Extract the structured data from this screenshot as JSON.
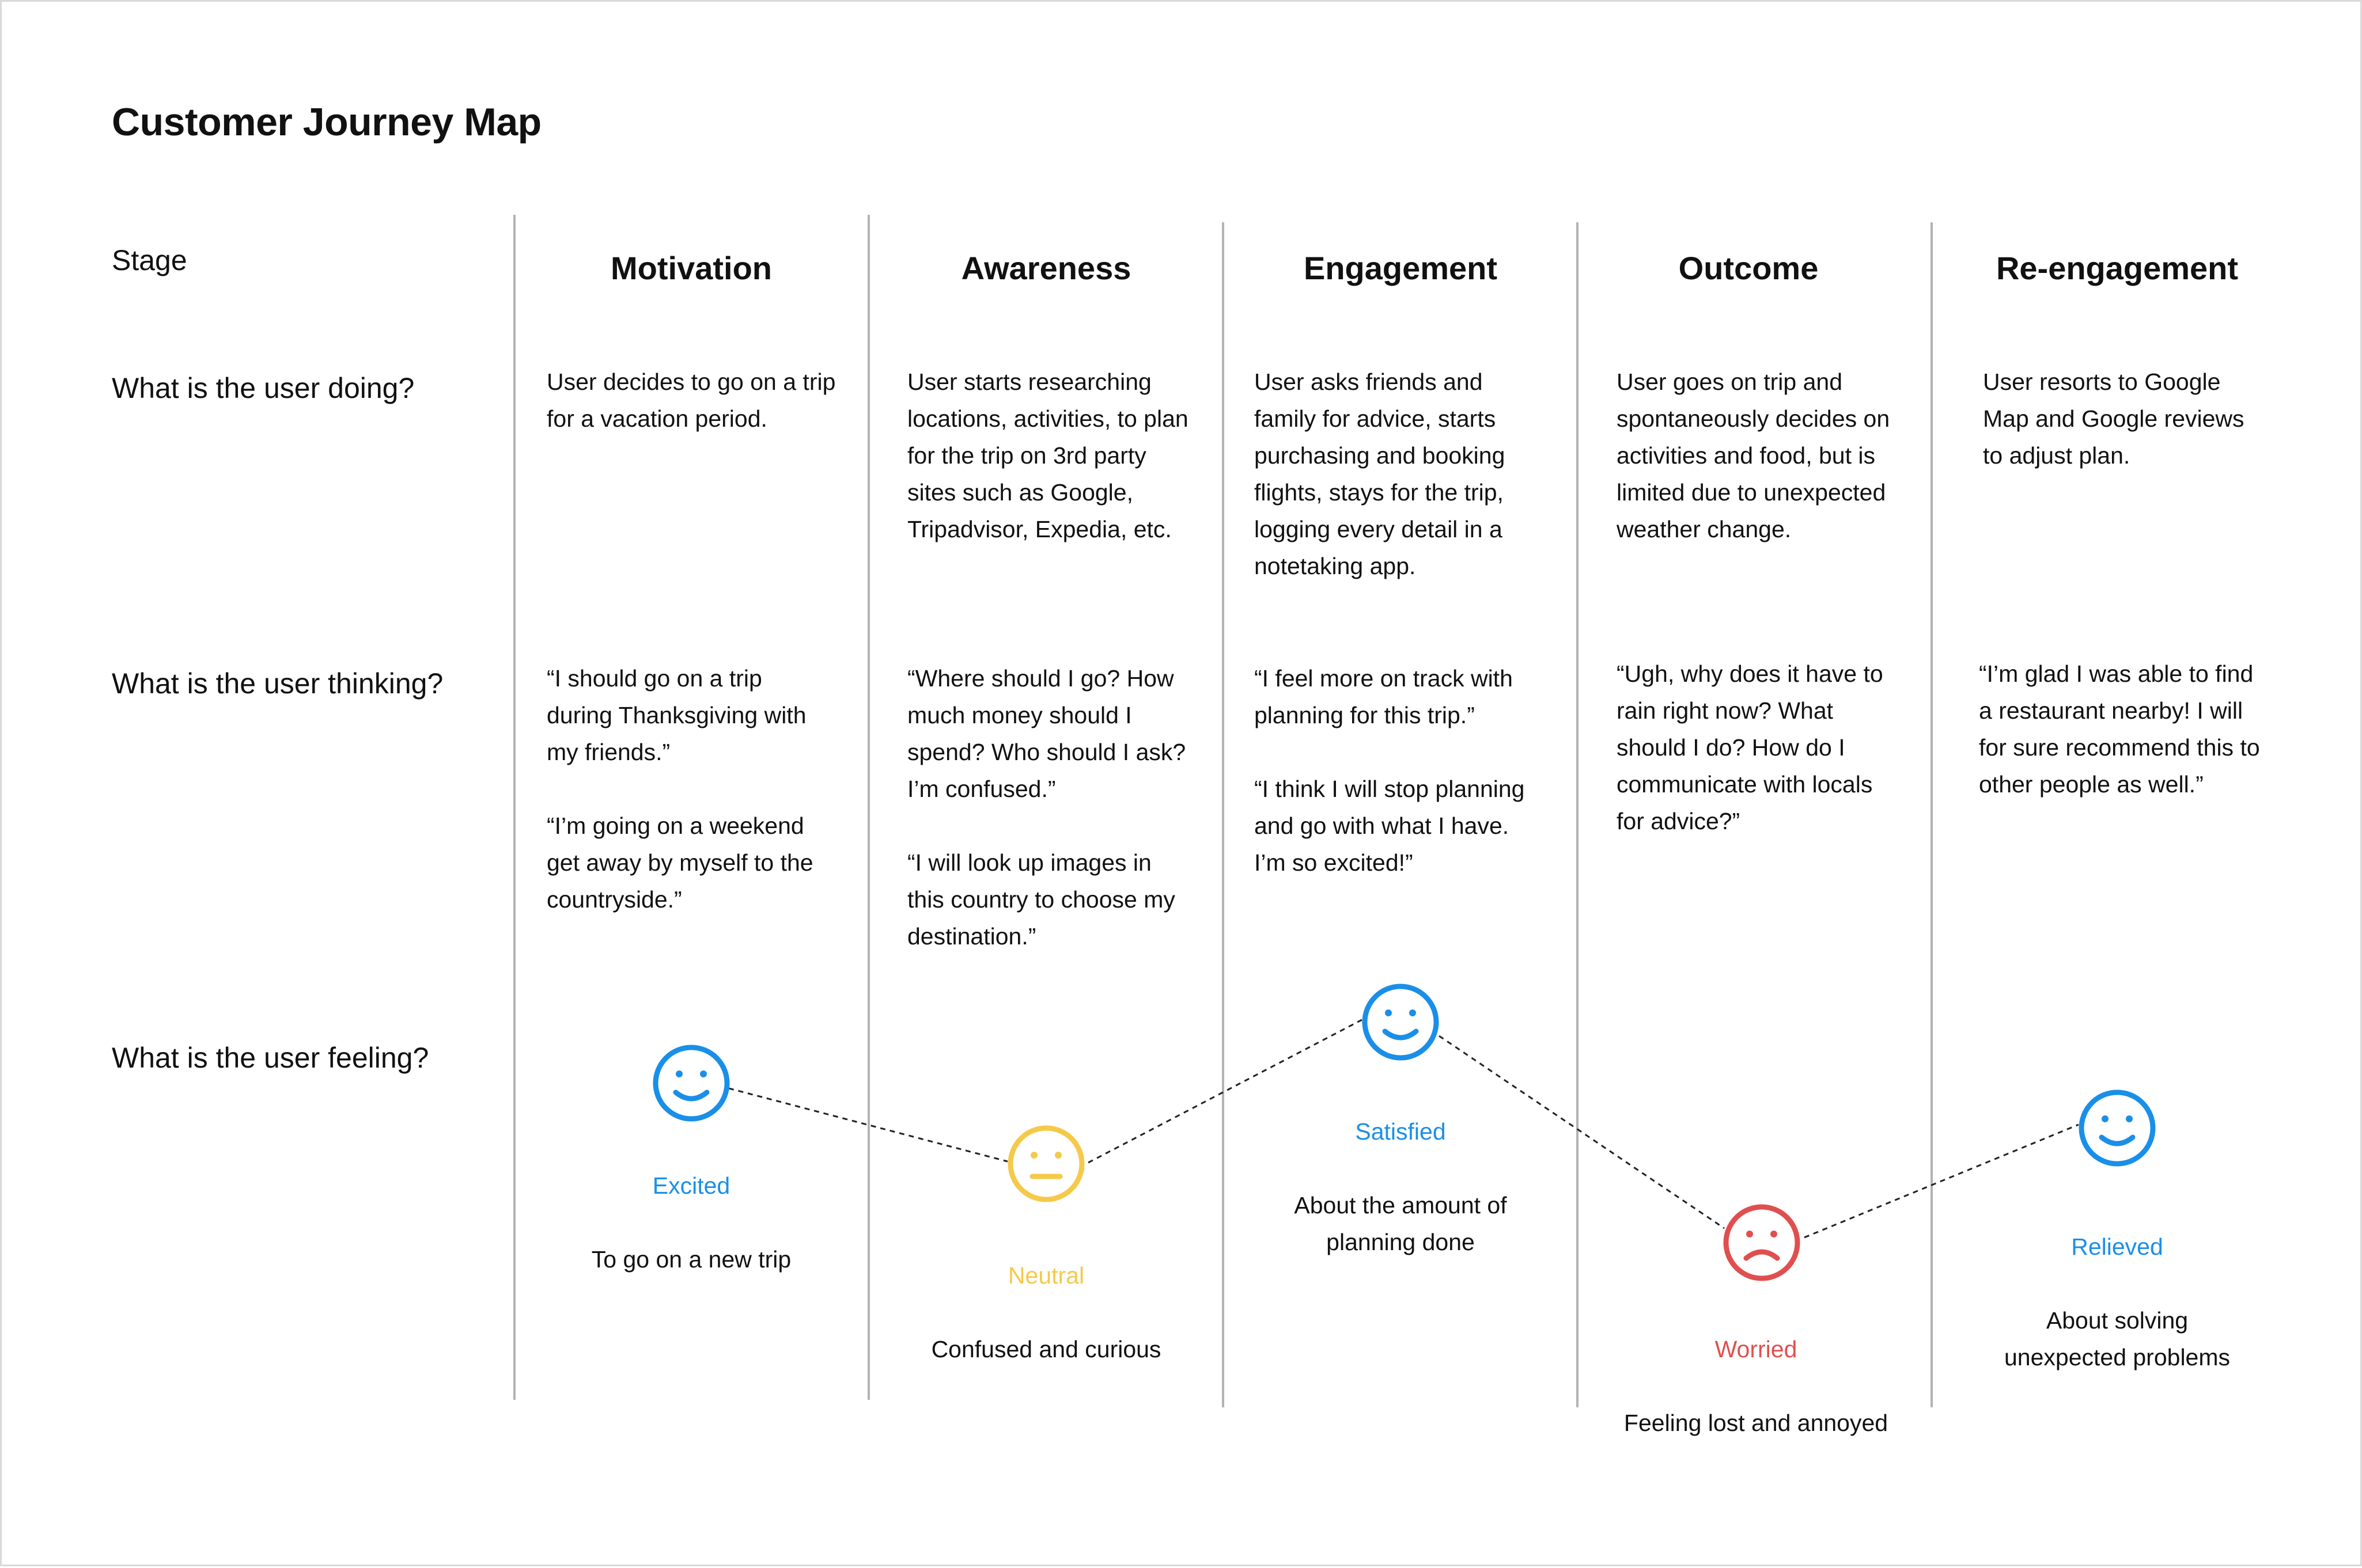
{
  "title": "Customer Journey Map",
  "row_labels": {
    "stage": "Stage",
    "doing": "What is the user doing?",
    "thinking": "What is the user thinking?",
    "feeling": "What is the user feeling?"
  },
  "colors": {
    "happy": "#1a8fe8",
    "neutral": "#f5c94a",
    "sad": "#e04f4f",
    "divider": "#b3b3b3"
  },
  "stages": [
    {
      "name": "Motivation",
      "doing": "User decides to go on a trip\nfor a vacation period.",
      "thinking": "“I should go on a trip\nduring Thanksgiving with\nmy friends.”\n\n“I’m going on a weekend\nget away by myself to the\ncountryside.”",
      "emotion": "Excited",
      "mood": "happy",
      "feeling": "To go on a new trip"
    },
    {
      "name": "Awareness",
      "doing": "User starts researching\nlocations, activities, to plan\nfor the trip on 3rd party\nsites such as Google,\nTripadvisor, Expedia, etc.",
      "thinking": "“Where should I go? How\nmuch money should I\nspend? Who should I ask?\nI’m confused.”\n\n“I will look up images in\nthis country to choose my\ndestination.”",
      "emotion": "Neutral",
      "mood": "neutral",
      "feeling": "Confused and curious"
    },
    {
      "name": "Engagement",
      "doing": "User asks friends and\nfamily for advice, starts\npurchasing and booking\nflights, stays for the trip,\nlogging every detail in a\nnotetaking app.",
      "thinking": "“I feel more on track with\nplanning for this trip.”\n\n“I think I will stop planning\nand go with what I have.\nI’m so excited!”",
      "emotion": "Satisfied",
      "mood": "happy",
      "feeling": "About the amount of\nplanning done"
    },
    {
      "name": "Outcome",
      "doing": "User goes on trip and\nspontaneously decides on\nactivities and food, but is\nlimited due to unexpected\nweather change.",
      "thinking": "“Ugh, why does it have to\nrain right now? What\nshould I do? How do I\ncommunicate with locals\nfor advice?”",
      "emotion": "Worried",
      "mood": "sad",
      "feeling": "Feeling lost and annoyed"
    },
    {
      "name": "Re-engagement",
      "doing": "User resorts to Google\nMap and Google reviews\nto adjust plan.",
      "thinking": "“I’m glad I was able to find\na restaurant nearby! I will\nfor sure recommend this to\nother people as well.”",
      "emotion": "Relieved",
      "mood": "happy",
      "feeling": "About solving\nunexpected problems"
    }
  ]
}
